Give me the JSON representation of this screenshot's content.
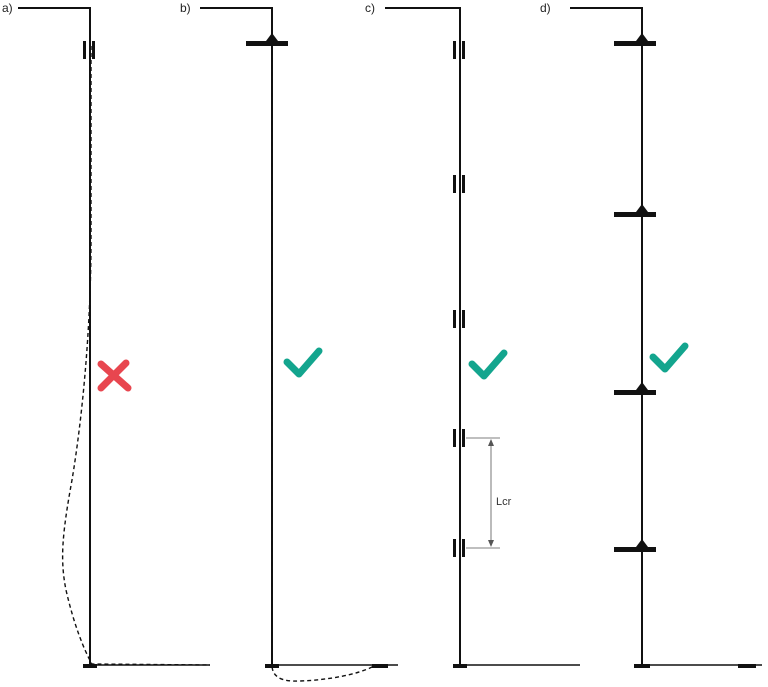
{
  "panels": [
    {
      "id": "a",
      "label": "a)",
      "verdict": "incorrect"
    },
    {
      "id": "b",
      "label": "b)",
      "verdict": "correct"
    },
    {
      "id": "c",
      "label": "c)",
      "verdict": "correct"
    },
    {
      "id": "d",
      "label": "d)",
      "verdict": "correct"
    }
  ],
  "dimension_label": "Lcr",
  "colors": {
    "line": "#111111",
    "check": "#13a58e",
    "cross": "#e8464f"
  },
  "icons": {
    "correct": "check-mark-icon",
    "incorrect": "cross-mark-icon"
  }
}
